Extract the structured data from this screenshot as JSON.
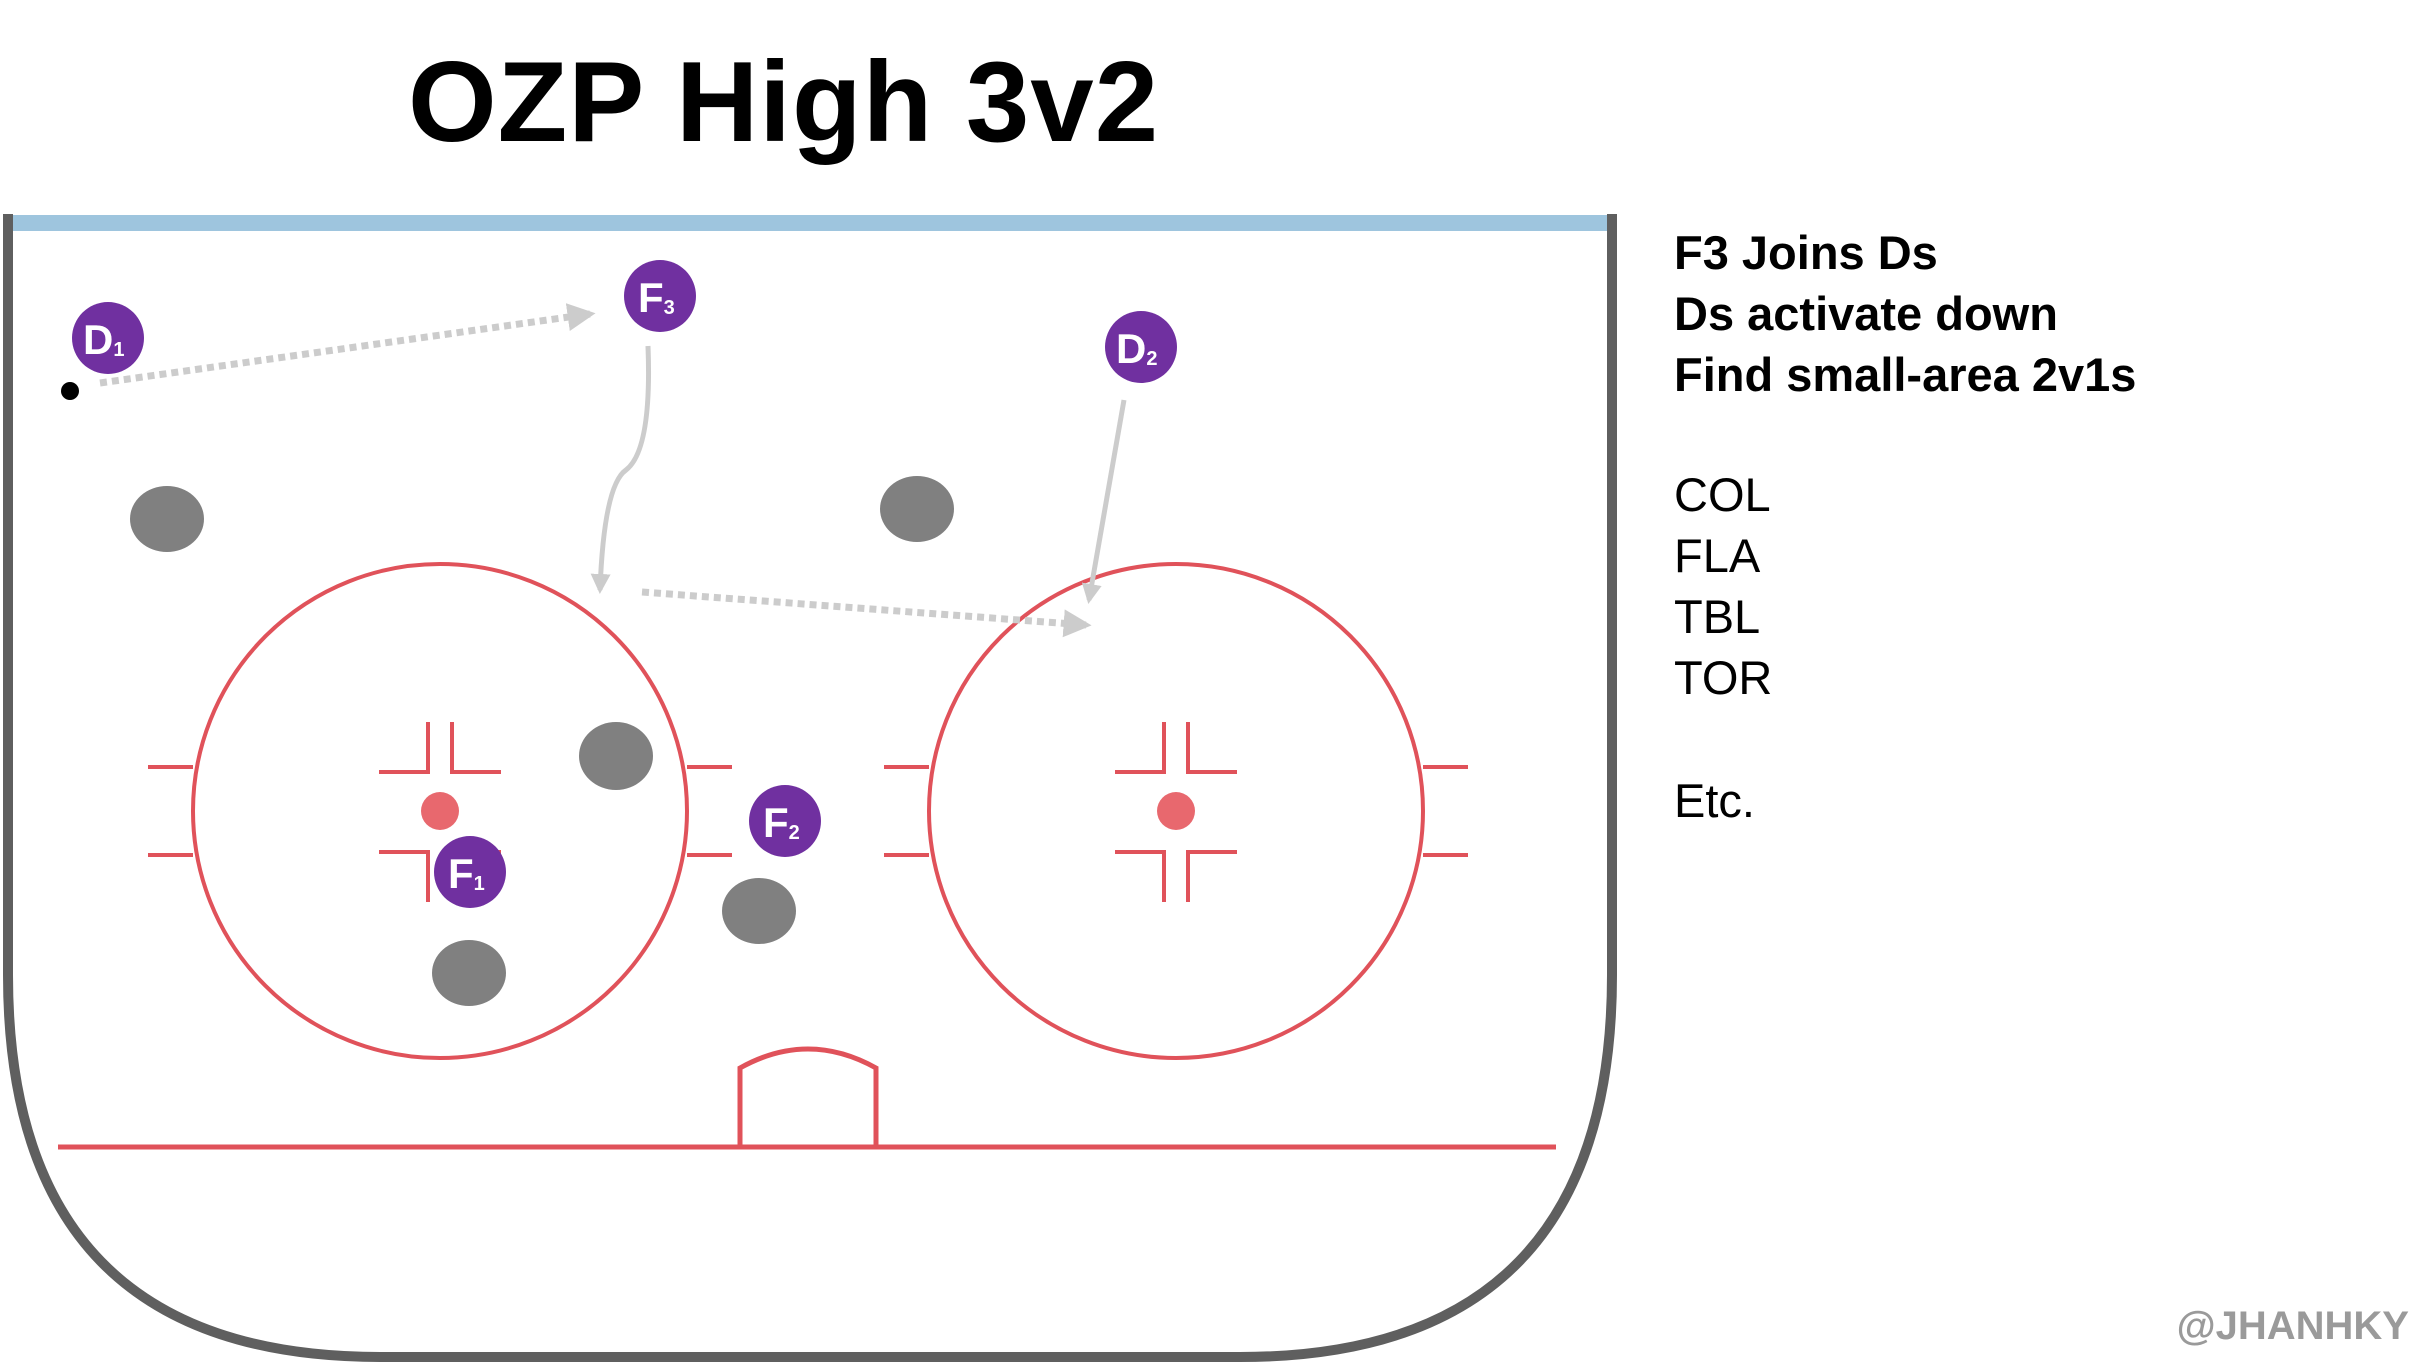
{
  "title": "OZP High 3v2",
  "notes": {
    "bold_lines": [
      "F3 Joins Ds",
      "Ds activate down",
      "Find small-area 2v1s"
    ],
    "teams": [
      "COL",
      "FLA",
      "TBL",
      "TOR"
    ],
    "etc": "Etc."
  },
  "players": [
    {
      "name": "D",
      "sub": "1"
    },
    {
      "name": "F",
      "sub": "3"
    },
    {
      "name": "D",
      "sub": "2"
    },
    {
      "name": "F",
      "sub": "2"
    },
    {
      "name": "F",
      "sub": "1"
    }
  ],
  "watermark": "@JHANHKY",
  "colors": {
    "player": "#7030a0",
    "opponent": "#808080",
    "red_line": "#e0525a",
    "blue_line": "#9ec5de",
    "boards": "#5f5f5f",
    "arrow": "#cccccc"
  }
}
